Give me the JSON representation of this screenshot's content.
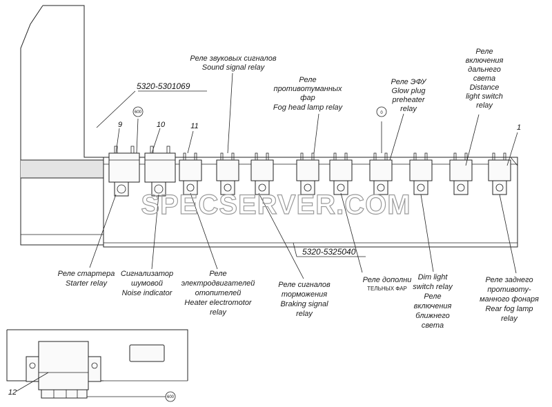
{
  "part_numbers": {
    "bracket_top": "5320-5301069",
    "panel": "5320-5325040"
  },
  "item_numbers": {
    "n9": "9",
    "n10": "10",
    "n11": "11",
    "n1": "1",
    "n12": "12"
  },
  "circle_marks": {
    "c_top": "600",
    "c_mid": "0",
    "c_bottom": "600"
  },
  "labels_top": {
    "sound_ru": "Реле звуковых сигналов",
    "sound_en": "Sound signal relay",
    "fog_ru1": "Реле",
    "fog_ru2": "противотуманных",
    "fog_ru3": "фар",
    "fog_en": "Fog head lamp relay",
    "glow_ru": "Реле ЭФУ",
    "glow_en1": "Glow plug",
    "glow_en2": "preheater",
    "glow_en3": "relay",
    "dist_ru1": "Реле",
    "dist_ru2": "включения",
    "dist_ru3": "дальнего",
    "dist_ru4": "света",
    "dist_en1": "Distance",
    "dist_en2": "light switch",
    "dist_en3": "relay"
  },
  "labels_bottom": {
    "starter_ru": "Реле стартера",
    "starter_en": "Starter relay",
    "noise_ru1": "Сигнализатор",
    "noise_ru2": "шумовой",
    "noise_en": "Noise indicator",
    "heater_ru1": "Реле",
    "heater_ru2": "электродвигателей",
    "heater_ru3": "отопителей",
    "heater_en1": "Heater electromotor",
    "heater_en2": "relay",
    "brake_ru1": "Реле сигналов",
    "brake_ru2": "торможения",
    "brake_en1": "Braking signal",
    "brake_en2": "relay",
    "aux_ru1": "Реле дополни",
    "aux_ru2": "ТЕЛЬНЫХ ФАР",
    "dim_en1": "Dim light",
    "dim_en2": "switch relay",
    "dim_ru1": "Реле",
    "dim_ru2": "включения",
    "dim_ru3": "ближнего",
    "dim_ru4": "света",
    "rear_ru1": "Реле заднего",
    "rear_ru2": "противоту-",
    "rear_ru3": "манного фонаря",
    "rear_en1": "Rear fog lamp",
    "rear_en2": "relay"
  },
  "watermark": "SPECSERVER.COM"
}
